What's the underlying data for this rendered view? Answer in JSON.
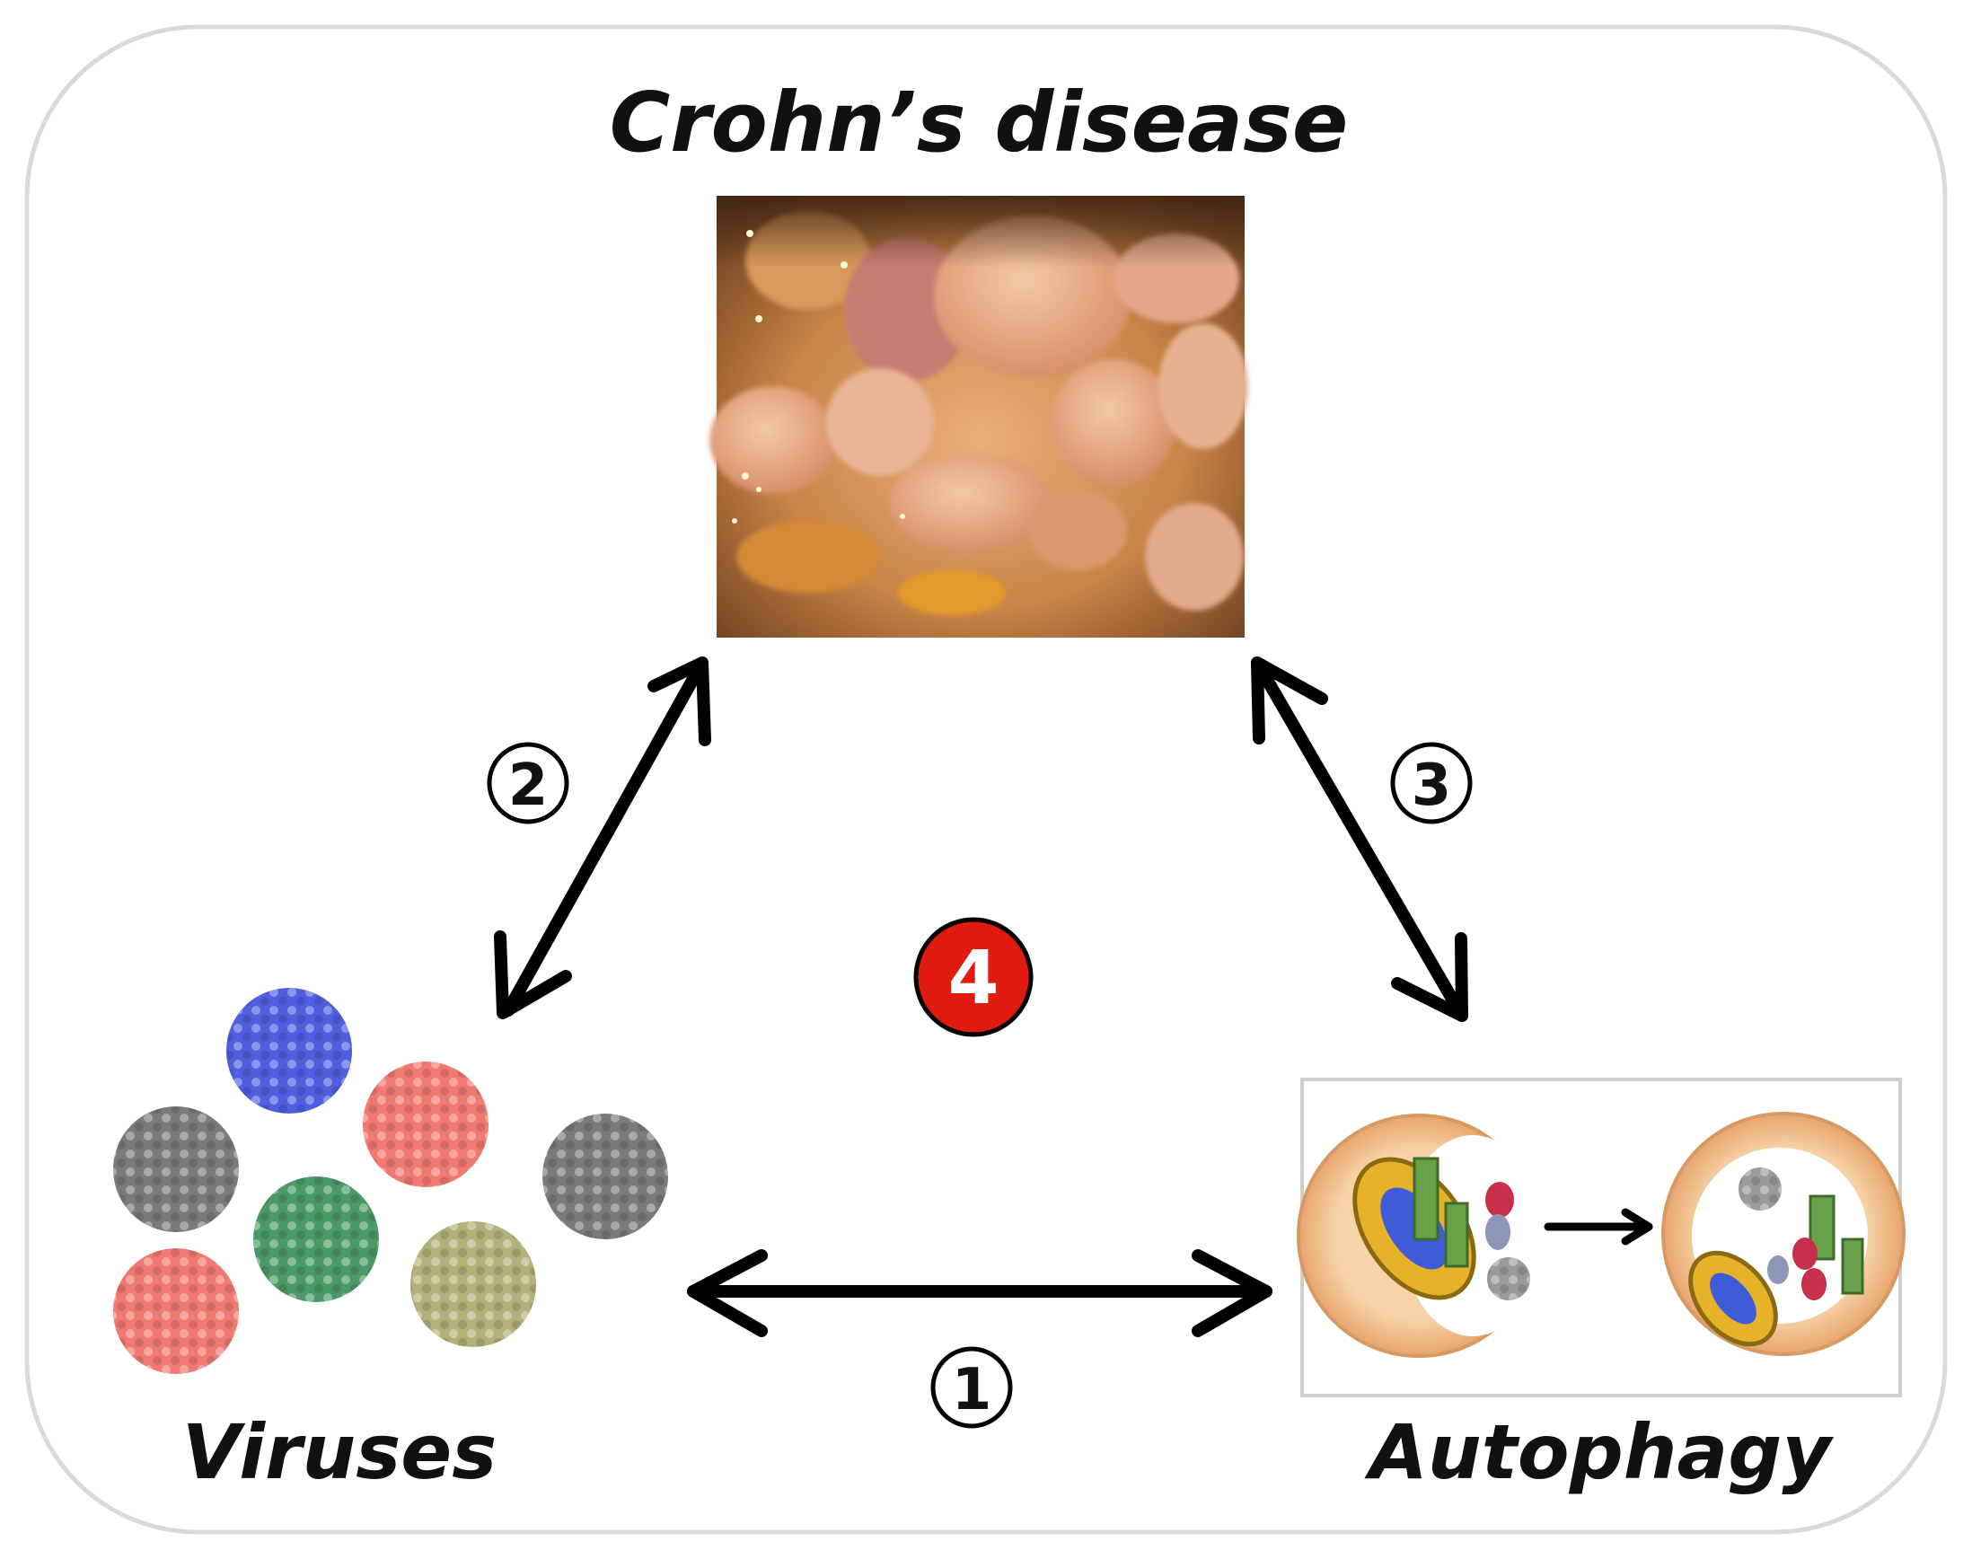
{
  "labels": {
    "crohns": "Crohn’s disease",
    "viruses": "Viruses",
    "autophagy": "Autophagy"
  },
  "steps": {
    "one": "1",
    "two": "2",
    "three": "3",
    "four": "4"
  },
  "colors": {
    "accent_red": "#e01b0f",
    "arrow": "#000000",
    "frame": "#d9d9d9",
    "cell": "#f5c99a",
    "virus_blue": "#4f5fe0",
    "virus_red": "#f07a72",
    "virus_green": "#4a9a66",
    "virus_grey": "#7a7a7a",
    "virus_olive": "#b4b07a"
  },
  "icons": {
    "pathology_image": "crohns-endoscopy-image",
    "virus_cluster": "virus-particle-icon",
    "autophagy_panel": "autophagy-cell-icon"
  }
}
